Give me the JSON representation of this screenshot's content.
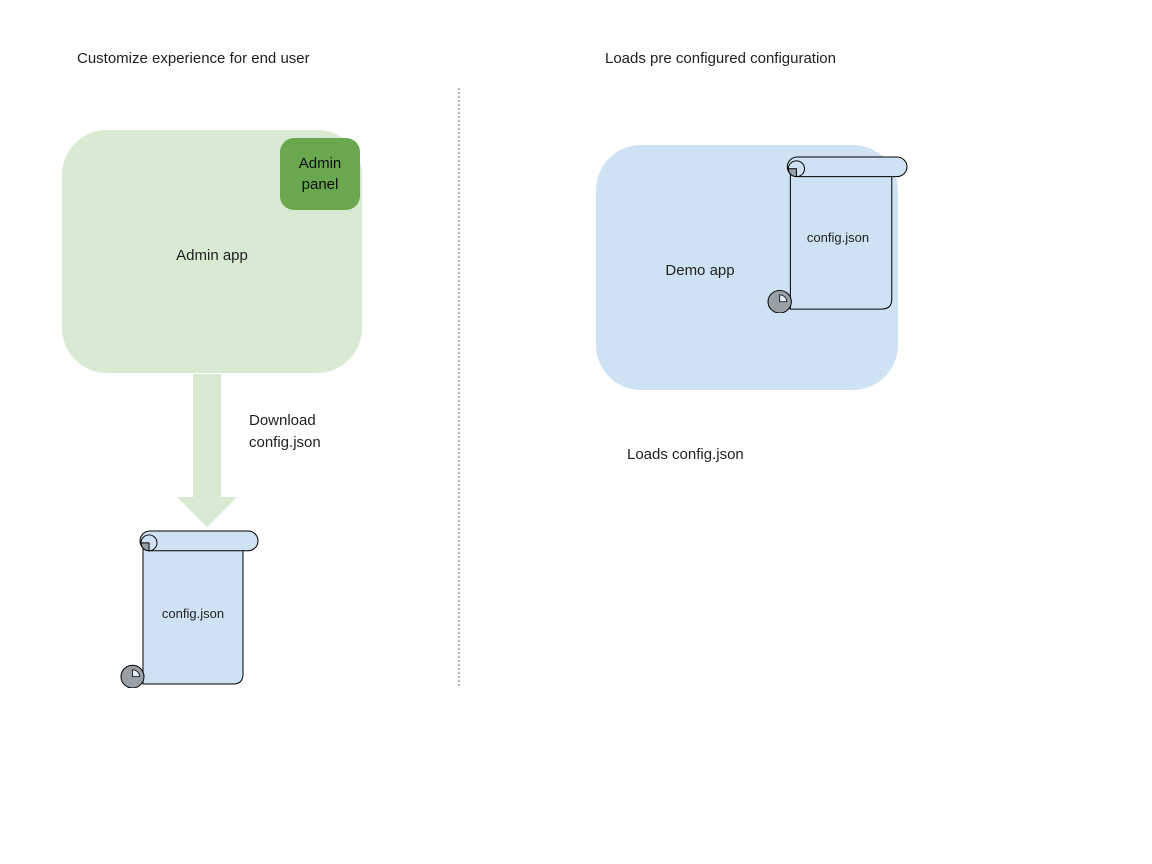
{
  "left": {
    "title": "Customize experience for end user",
    "admin_app_label": "Admin app",
    "admin_panel_label": "Admin panel",
    "arrow_caption": "Download config.json",
    "scroll_label": "config.json"
  },
  "right": {
    "title": "Loads pre configured configuration",
    "demo_app_label": "Demo app",
    "scroll_label": "config.json",
    "caption": "Loads config.json"
  },
  "colors": {
    "admin_app_fill": "#d9ead3",
    "admin_panel_fill": "#6aa84f",
    "arrow_fill": "#d9ead3",
    "demo_app_fill": "#cfe2f3",
    "scroll_fill": "#cfe2f3",
    "scroll_stroke": "#000000",
    "scroll_curl_gray": "#98a0a6",
    "divider_color": "#8a8a8a",
    "text_color": "#1f1f1f",
    "background": "#ffffff"
  }
}
